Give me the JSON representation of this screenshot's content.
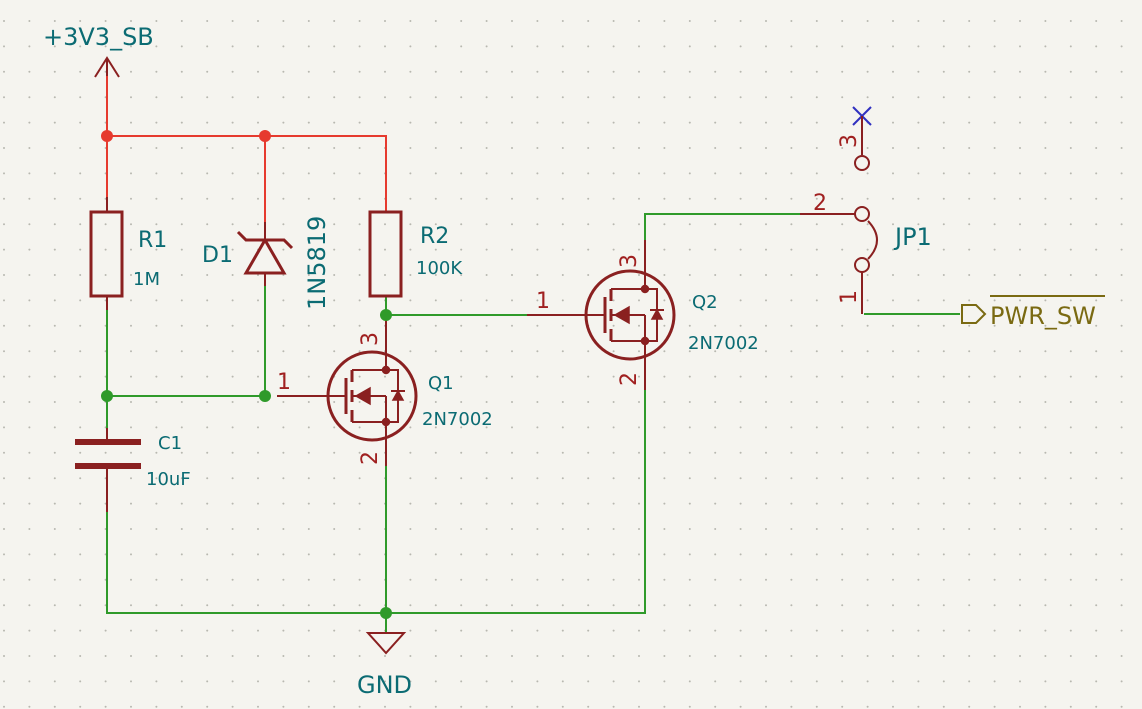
{
  "power": {
    "supply_label": "+3V3_SB",
    "ground_label": "GND"
  },
  "net_labels": {
    "pwr_sw": "PWR_SW"
  },
  "components": {
    "r1": {
      "ref": "R1",
      "value": "1M"
    },
    "r2": {
      "ref": "R2",
      "value": "100K"
    },
    "d1": {
      "ref": "D1",
      "value": "1N5819"
    },
    "c1": {
      "ref": "C1",
      "value": "10uF"
    },
    "q1": {
      "ref": "Q1",
      "value": "2N7002",
      "pins": {
        "gate": "1",
        "source": "2",
        "drain": "3"
      }
    },
    "q2": {
      "ref": "Q2",
      "value": "2N7002",
      "pins": {
        "gate": "1",
        "source": "2",
        "drain": "3"
      }
    },
    "jp1": {
      "ref": "JP1",
      "pins": {
        "p1": "1",
        "p2": "2",
        "p3": "3"
      }
    }
  },
  "colors": {
    "background": "#f5f4ef",
    "power_wire": "#e63a2e",
    "signal_wire": "#2f9a2a",
    "component": "#8a2020",
    "reference_text": "#0b6b73",
    "net_label_text": "#7a6a12",
    "no_connect": "#3030c0"
  }
}
